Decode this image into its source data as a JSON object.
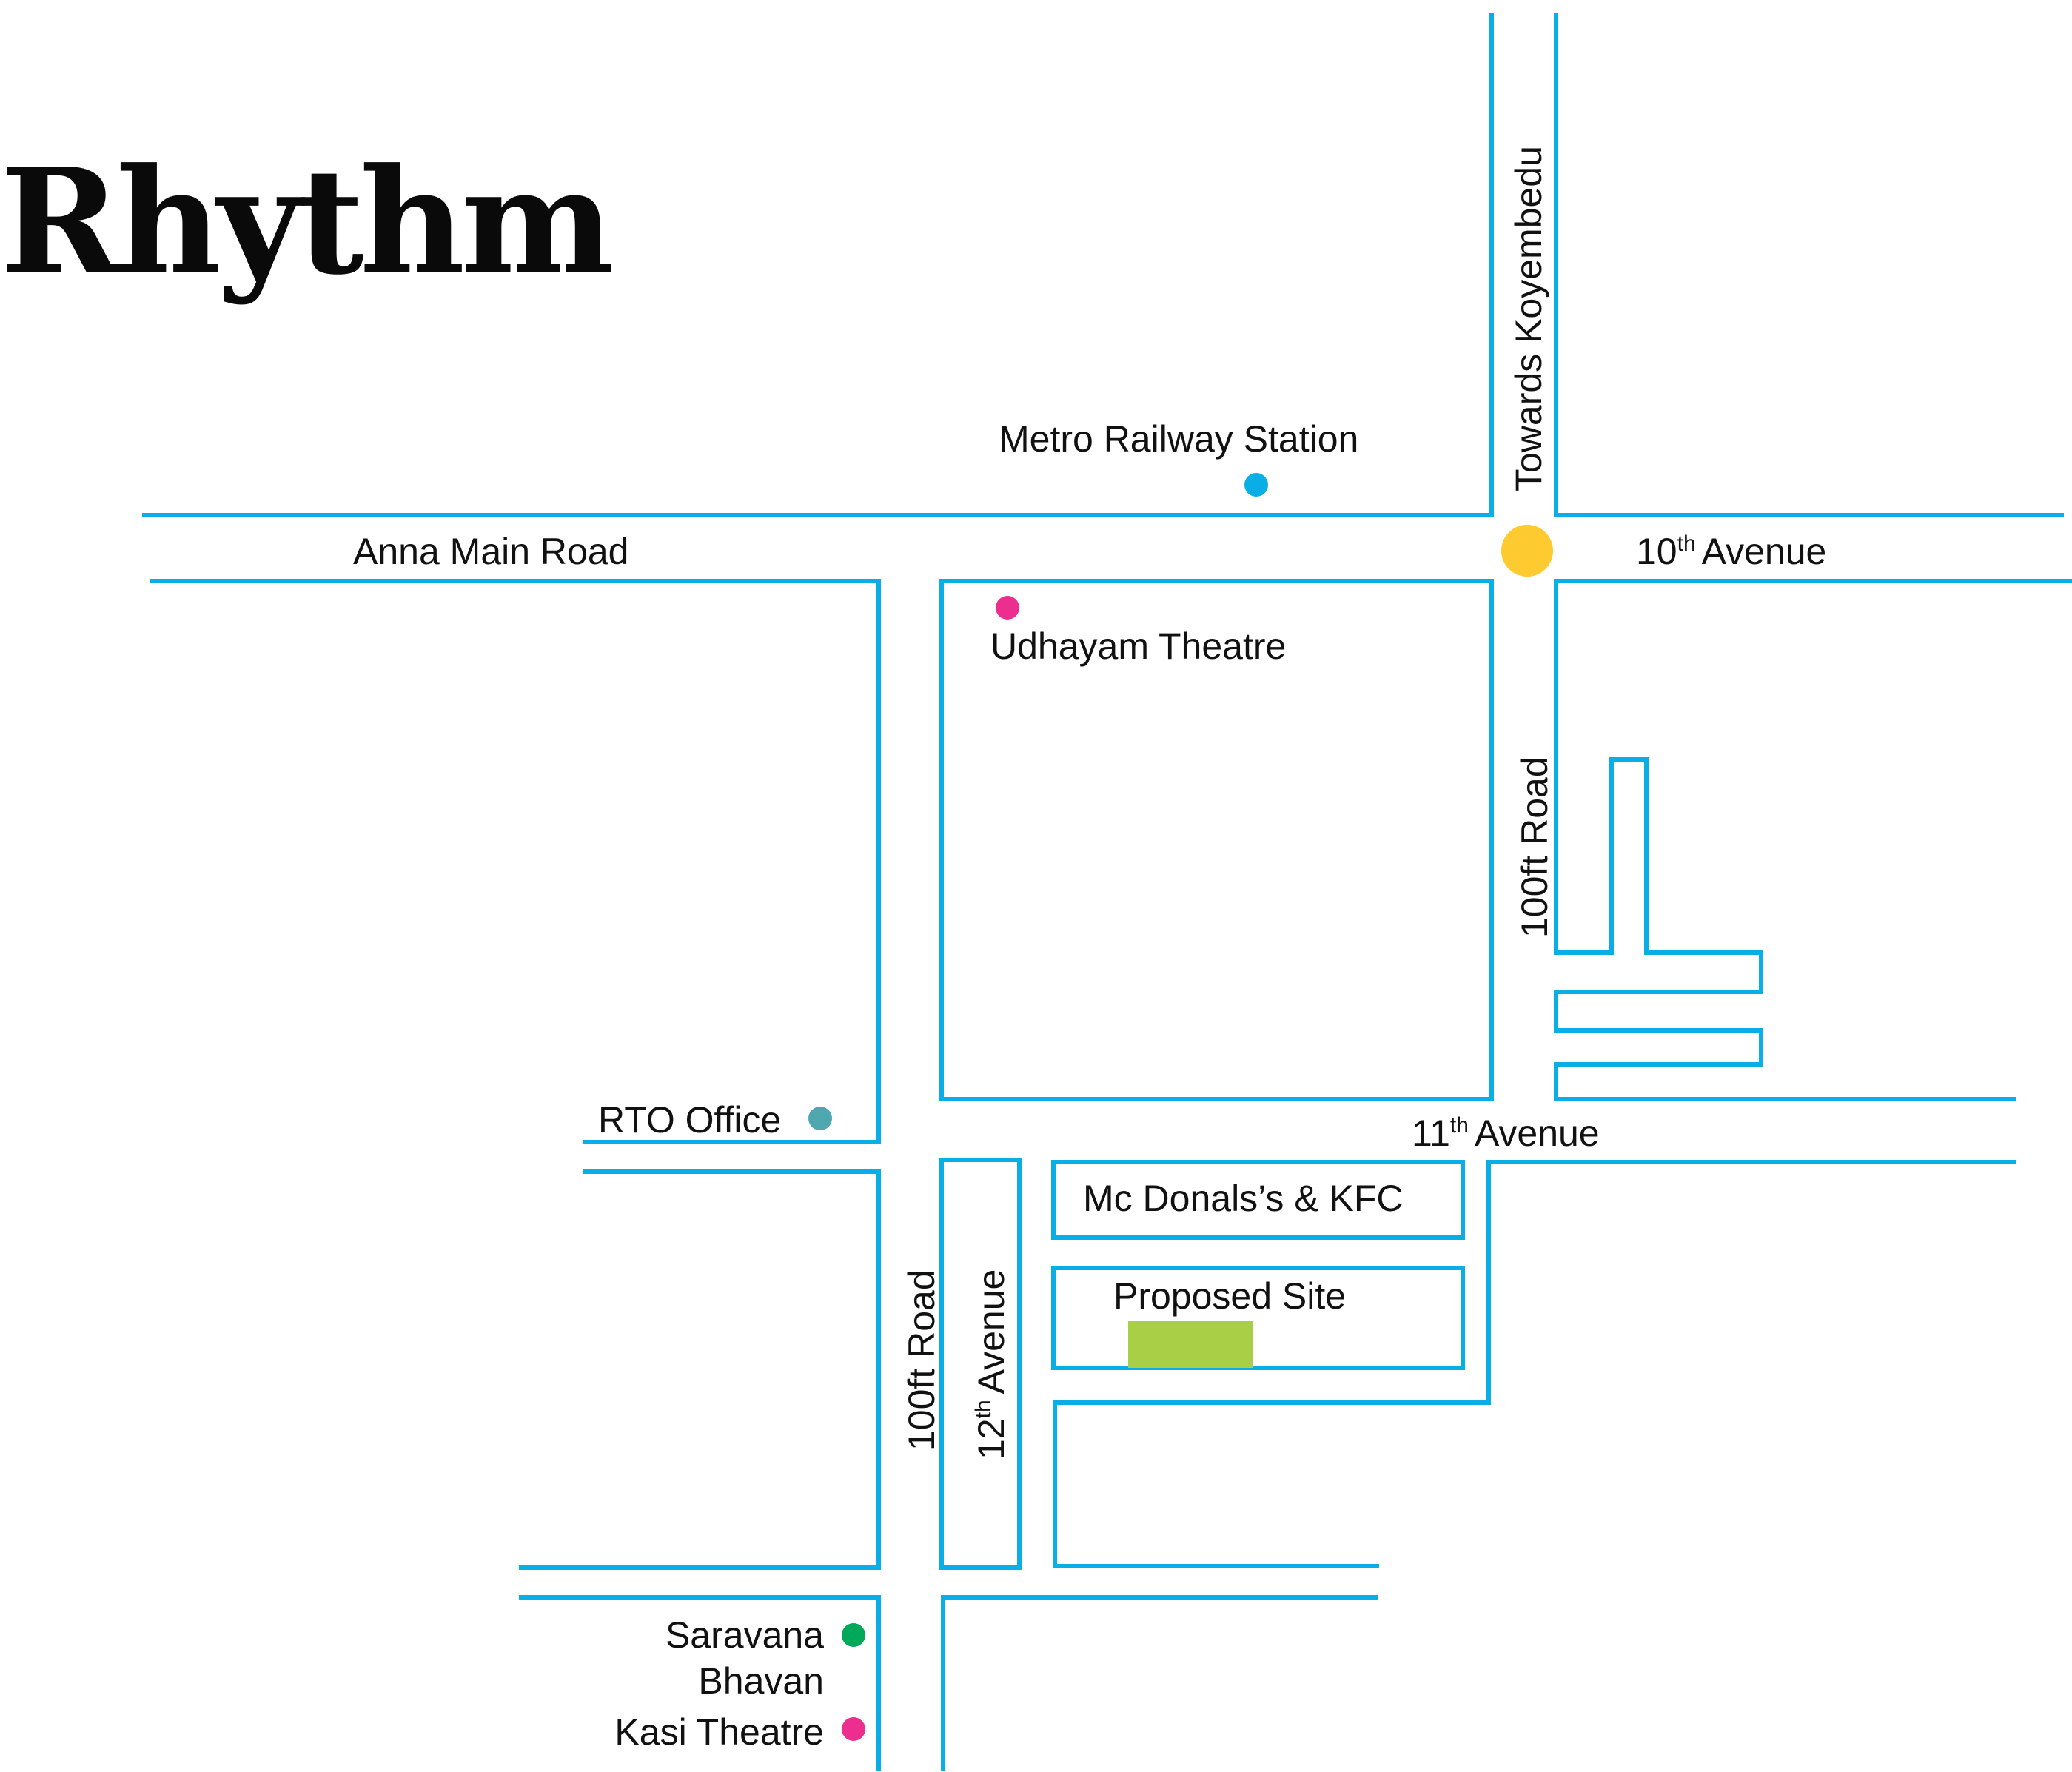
{
  "brand": {
    "name": "Rhythm"
  },
  "colors": {
    "road": "#0aaee6",
    "junction": "#fdca30",
    "metro": "#0aaee6",
    "theatre": "#ec2f8f",
    "rto": "#4fa8b0",
    "restaurant": "#00a859",
    "site": "#a8cf45"
  },
  "roads": {
    "anna_main_road": "Anna Main Road",
    "towards_koyembedu": "Towards Koyembedu",
    "tenth_avenue": {
      "number": "10",
      "suffix": "th",
      "name": "Avenue"
    },
    "hundred_ft_road_north": "100ft Road",
    "eleventh_avenue": {
      "number": "11",
      "suffix": "th",
      "name": "Avenue"
    },
    "hundred_ft_road_south": "100ft Road",
    "twelfth_avenue": {
      "number": "12",
      "suffix": "th",
      "name": "Avenue"
    }
  },
  "landmarks": {
    "metro": "Metro Railway Station",
    "udhayam": "Udhayam Theatre",
    "rto": "RTO Office",
    "mcdonalds": "Mc Donals’s & KFC",
    "proposed_site": "Proposed Site",
    "saravana_line1": "Saravana",
    "saravana_line2": "Bhavan",
    "kasi": "Kasi Theatre"
  }
}
